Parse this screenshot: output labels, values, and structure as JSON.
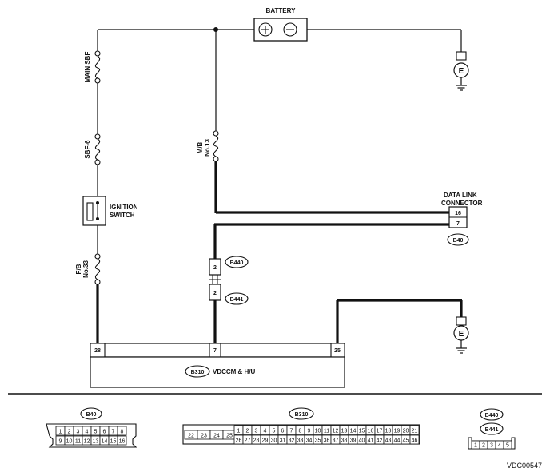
{
  "labels": {
    "battery": "BATTERY",
    "main_sbf": "MAIN SBF",
    "sbf6": "SBF-6",
    "ignition_l1": "IGNITION",
    "ignition_l2": "SWITCH",
    "fb_l1": "F/B",
    "fb_l2": "No.33",
    "mb_l1": "M/B",
    "mb_l2": "No.13",
    "dlc_l1": "DATA LINK",
    "dlc_l2": "CONNECTOR",
    "module": "VDCCM & H/U",
    "ground_left": "E",
    "ground_right": "E",
    "figure_id": "VDC00547"
  },
  "connectors": {
    "b40": "B40",
    "b310": "B310",
    "b440": "B440",
    "b441": "B441",
    "b310_small": "B310",
    "b40_small": "B40",
    "b440_small": "B440",
    "b441_small": "B441"
  },
  "pins": {
    "dlc_16": "16",
    "dlc_7": "7",
    "b440_2": "2",
    "b441_2": "2",
    "m28": "28",
    "m7": "7",
    "m25": "25"
  },
  "layouts": {
    "b40_row1": [
      "1",
      "2",
      "3",
      "4",
      "5",
      "6",
      "7",
      "8"
    ],
    "b40_row2": [
      "9",
      "10",
      "11",
      "12",
      "13",
      "14",
      "15",
      "16"
    ],
    "b310_left": [
      "22",
      "23",
      "24",
      "25"
    ],
    "b310_row1": [
      "1",
      "2",
      "3",
      "4",
      "5",
      "6",
      "7",
      "8",
      "9",
      "10",
      "11",
      "12",
      "13",
      "14",
      "15",
      "16",
      "17",
      "18",
      "19",
      "20",
      "21"
    ],
    "b310_row2": [
      "26",
      "27",
      "28",
      "29",
      "30",
      "31",
      "32",
      "33",
      "34",
      "35",
      "36",
      "37",
      "38",
      "39",
      "40",
      "41",
      "42",
      "43",
      "44",
      "45",
      "46"
    ],
    "b441_row": [
      "1",
      "2",
      "3",
      "4",
      "5"
    ]
  }
}
